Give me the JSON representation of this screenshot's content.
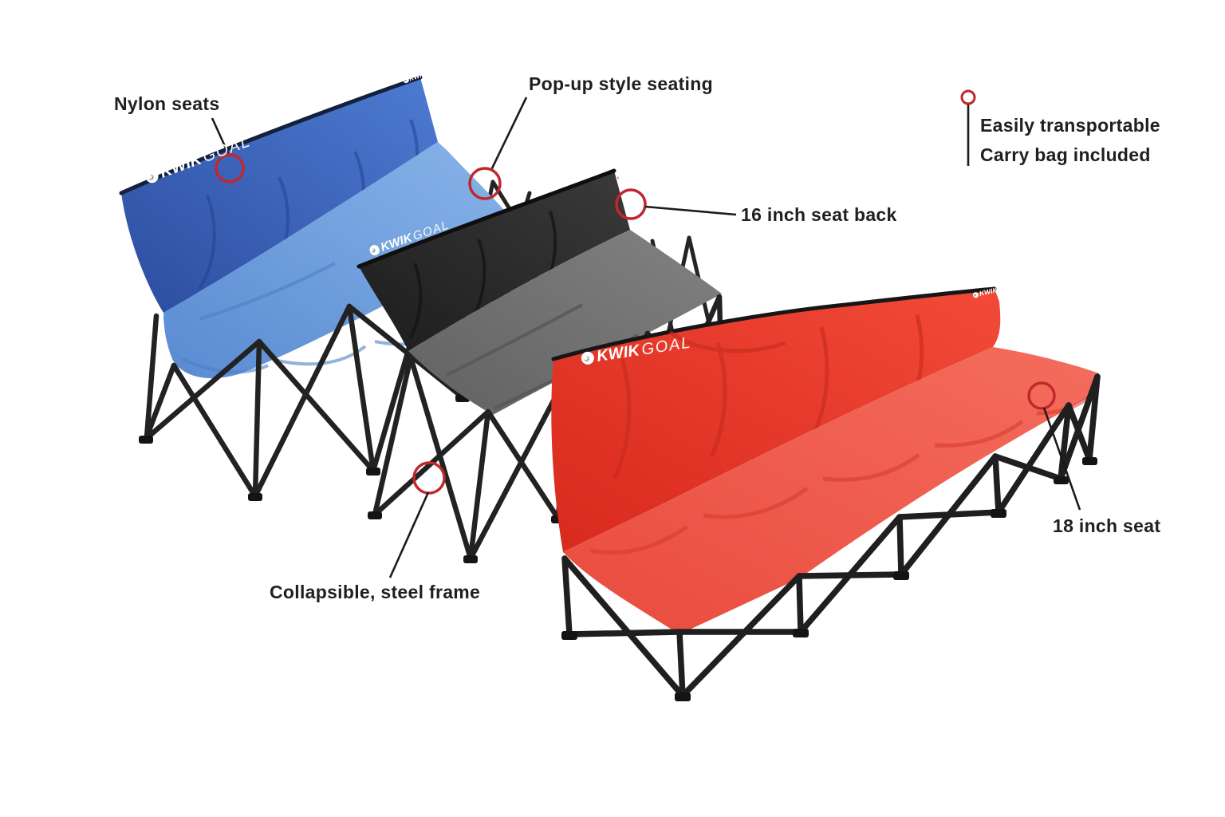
{
  "image": {
    "description": "Three Kwik Goal pop-up collapsible sideline benches (blue, black, red) shown diagonally with product feature callouts"
  },
  "brand": {
    "kwik": "KWIK",
    "goal": "GOAL"
  },
  "benches": [
    {
      "name": "blue bench",
      "fabric_color": "#3f66c0",
      "seat_color": "#6f9eda"
    },
    {
      "name": "black bench",
      "fabric_color": "#2a2a2a",
      "seat_color": "#717171"
    },
    {
      "name": "red bench",
      "fabric_color": "#e8352c",
      "seat_color": "#ef5a4c"
    }
  ],
  "callout_style": {
    "circle_color": "#c1272d",
    "line_color": "#1b1b1b",
    "text_color": "#1f1f1f",
    "frame_color": "#202020"
  },
  "callouts": {
    "nylon_seats": {
      "label": "Nylon seats"
    },
    "pop_up": {
      "label": "Pop-up style seating"
    },
    "transportable": {
      "line1": "Easily transportable",
      "line2": "Carry bag included"
    },
    "seat_back": {
      "label": "16 inch seat back"
    },
    "steel_frame": {
      "label": "Collapsible, steel frame"
    },
    "seat": {
      "label": "18 inch seat"
    }
  }
}
